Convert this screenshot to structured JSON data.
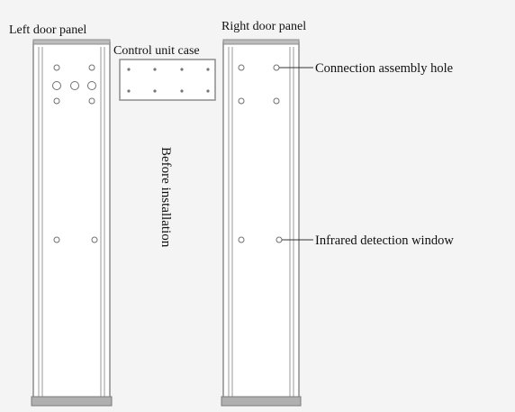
{
  "labels": {
    "left_panel": "Left door panel",
    "right_panel": "Right door panel",
    "control_case": "Control unit case",
    "connection_hole": "Connection assembly hole",
    "infrared_window": "Infrared detection window",
    "before_installation": "Before installation"
  },
  "colors": {
    "background": "#f4f4f4",
    "panel_fill": "#ffffff",
    "panel_line": "#8c8c8c",
    "base_fill": "#b0b0b0",
    "hole_line": "#707070",
    "text": "#111111"
  }
}
